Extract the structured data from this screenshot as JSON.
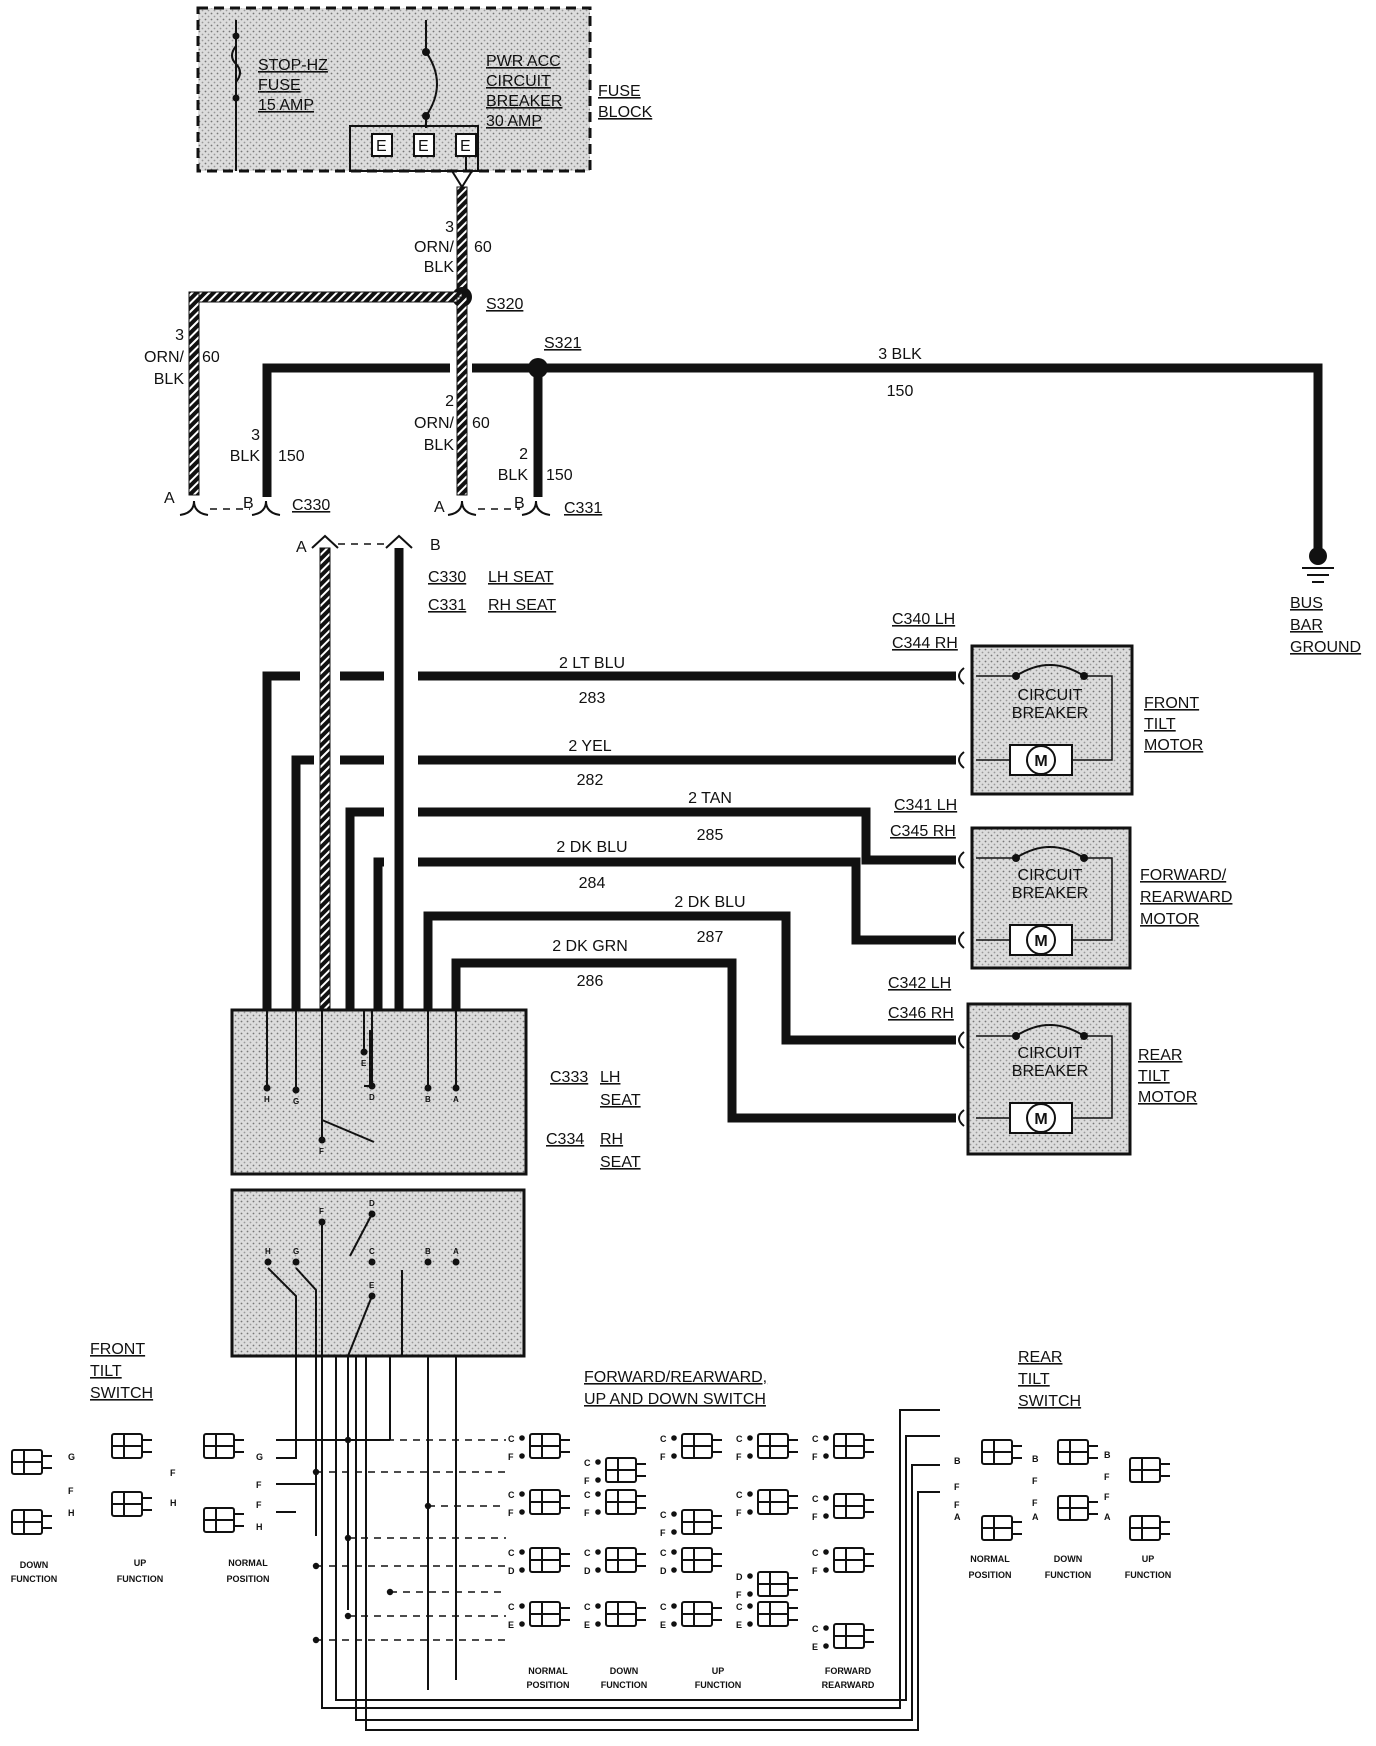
{
  "fuse_block": {
    "fuse_name": "STOP-HZ",
    "fuse_word": "FUSE",
    "fuse_rating": "15 AMP",
    "cb_line1": "PWR ACC",
    "cb_line2": "CIRCUIT",
    "cb_line3": "BREAKER",
    "cb_rating": "30 AMP",
    "terminal": "E",
    "label_line1": "FUSE",
    "label_line2": "BLOCK"
  },
  "wires": {
    "orn_blk_3": {
      "gauge": "3",
      "color1": "ORN/",
      "color2": "BLK",
      "circuit": "60"
    },
    "orn_blk_2": {
      "gauge": "2",
      "color1": "ORN/",
      "color2": "BLK",
      "circuit": "60"
    },
    "blk_3_main": {
      "label": "3 BLK",
      "circuit": "150"
    },
    "blk_3_left": {
      "gauge": "3",
      "color": "BLK",
      "circuit": "150"
    },
    "blk_2": {
      "gauge": "2",
      "color": "BLK",
      "circuit": "150"
    },
    "lt_blu": {
      "label": "2 LT BLU",
      "circuit": "283"
    },
    "yel": {
      "label": "2 YEL",
      "circuit": "282"
    },
    "tan": {
      "label": "2 TAN",
      "circuit": "285"
    },
    "dk_blu_284": {
      "label": "2 DK BLU",
      "circuit": "284"
    },
    "dk_blu_287": {
      "label": "2 DK BLU",
      "circuit": "287"
    },
    "dk_grn": {
      "label": "2 DK GRN",
      "circuit": "286"
    }
  },
  "splices": {
    "s320": "S320",
    "s321": "S321"
  },
  "connectors": {
    "c330": "C330",
    "c331": "C331",
    "pin_a": "A",
    "pin_b": "B",
    "legend_c330": "C330",
    "legend_c330_desc": "LH SEAT",
    "legend_c331": "C331",
    "legend_c331_desc": "RH SEAT",
    "c340": "C340 LH",
    "c344": "C344 RH",
    "c341": "C341 LH",
    "c345": "C345 RH",
    "c342": "C342 LH",
    "c346": "C346 RH",
    "c333": "C333",
    "c333_desc1": "LH",
    "c333_desc2": "SEAT",
    "c334": "C334",
    "c334_desc1": "RH",
    "c334_desc2": "SEAT"
  },
  "ground": {
    "line1": "BUS",
    "line2": "BAR",
    "line3": "GROUND"
  },
  "motors": {
    "cb_line1": "CIRCUIT",
    "cb_line2": "BREAKER",
    "motor_symbol": "M",
    "front": {
      "line1": "FRONT",
      "line2": "TILT",
      "line3": "MOTOR"
    },
    "fwd": {
      "line1": "FORWARD/",
      "line2": "REARWARD",
      "line3": "MOTOR"
    },
    "rear": {
      "line1": "REAR",
      "line2": "TILT",
      "line3": "MOTOR"
    }
  },
  "switch_pins": {
    "upper": [
      "H",
      "G",
      "F",
      "E",
      "D",
      "B",
      "A"
    ],
    "lower_f": "F",
    "lower_d": "D",
    "lower": [
      "H",
      "G",
      "F",
      "D",
      "C",
      "E",
      "B",
      "A"
    ]
  },
  "front_tilt_switch": {
    "title1": "FRONT",
    "title2": "TILT",
    "title3": "SWITCH",
    "pin_g": "G",
    "pin_f": "F",
    "pin_h": "H",
    "down1": "DOWN",
    "down2": "FUNCTION",
    "up1": "UP",
    "up2": "FUNCTION",
    "normal1": "NORMAL",
    "normal2": "POSITION"
  },
  "fwd_switch": {
    "title1": "FORWARD/REARWARD,",
    "title2": "UP AND DOWN SWITCH",
    "pin_c": "C",
    "pin_f": "F",
    "pin_d": "D",
    "pin_e": "E",
    "normal1": "NORMAL",
    "normal2": "POSITION",
    "down1": "DOWN",
    "down2": "FUNCTION",
    "up1": "UP",
    "up2": "FUNCTION",
    "fr1": "FORWARD",
    "fr2": "REARWARD"
  },
  "rear_tilt_switch": {
    "title1": "REAR",
    "title2": "TILT",
    "title3": "SWITCH",
    "pin_b": "B",
    "pin_f": "F",
    "pin_a": "A",
    "normal1": "NORMAL",
    "normal2": "POSITION",
    "down1": "DOWN",
    "down2": "FUNCTION",
    "up1": "UP",
    "up2": "FUNCTION"
  }
}
